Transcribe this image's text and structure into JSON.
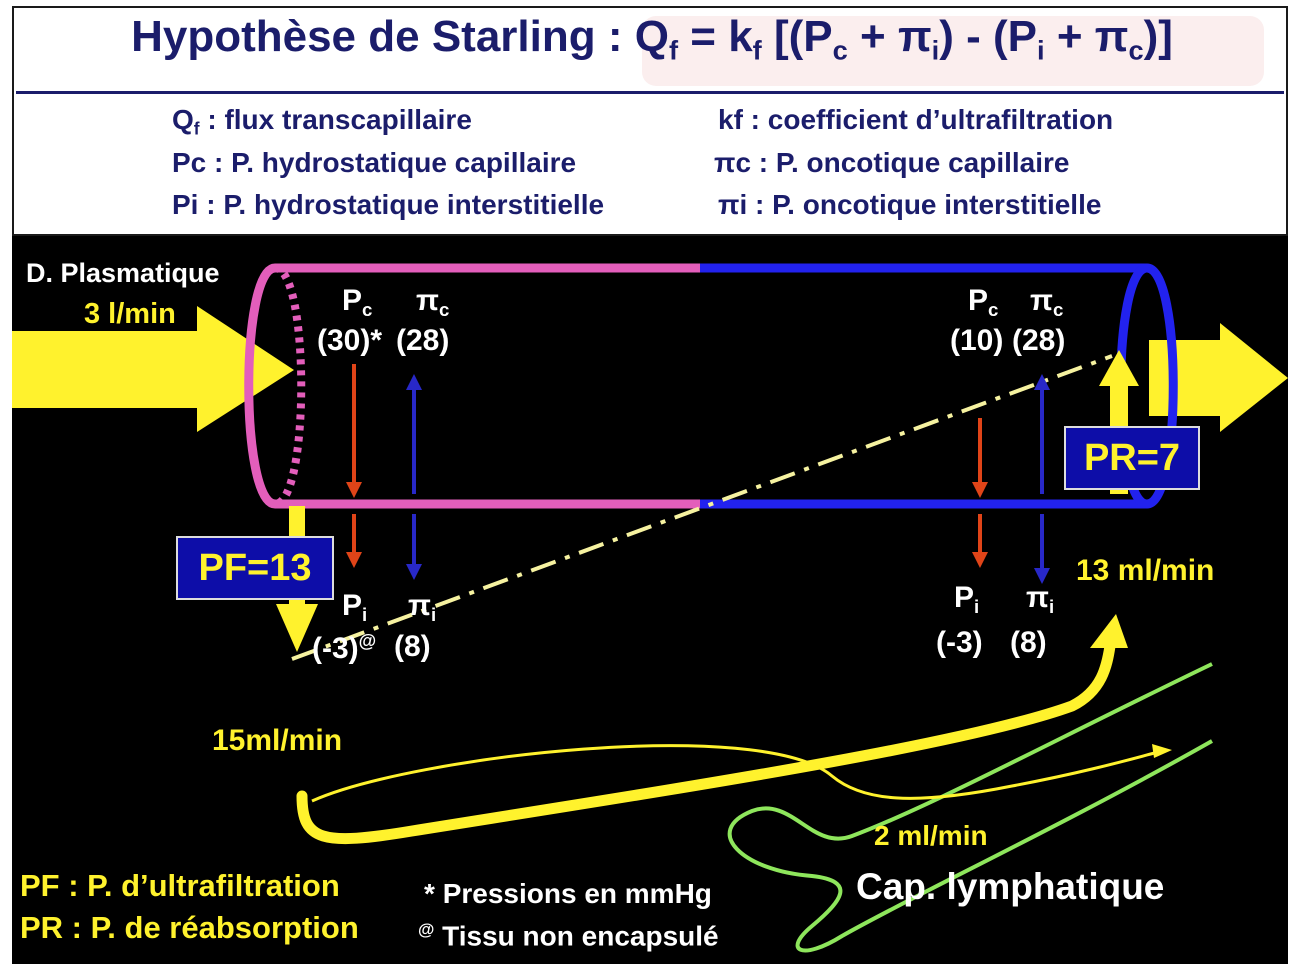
{
  "title": {
    "prefix": "Hypothèse de Starling : ",
    "formula": "Qf = kf [(Pc + πi) - (Pi + πc)]"
  },
  "glossary": [
    {
      "symbol": "Qf",
      "text": "flux transcapillaire"
    },
    {
      "symbol": "kf",
      "text": "coefficient d’ultrafiltration"
    },
    {
      "symbol": "Pc",
      "text": "P. hydrostatique capillaire"
    },
    {
      "symbol": "πc",
      "text": "P. oncotique capillaire"
    },
    {
      "symbol": "Pi",
      "text": "P. hydrostatique interstitielle"
    },
    {
      "symbol": "πi",
      "text": "P. oncotique interstitielle"
    }
  ],
  "diagram": {
    "inflow_label": "D. Plasmatique",
    "inflow_rate": "3 l/min",
    "arterial": {
      "Pc": "(30)",
      "pic": "(28)",
      "Pi": "(-3)",
      "pii": "(8)",
      "Pc_mark": "*",
      "Pi_mark": "@"
    },
    "venous": {
      "Pc": "(10)",
      "pic": "(28)",
      "Pi": "(-3)",
      "pii": "(8)"
    },
    "pf_box": "PF=13",
    "pr_box": "PR=7",
    "filtration_rate": "15ml/min",
    "reabsorption_rate": "13 ml/min",
    "lymph_rate": "2 ml/min",
    "lymph_label": "Cap. lymphatique"
  },
  "legend": {
    "pf": "PF : P. d’ultrafiltration",
    "pr": "PR : P. de réabsorption",
    "note_star": "Pressions en mmHg",
    "note_at": "Tissu non encapsulé",
    "star_symbol": "*",
    "at_symbol": "@"
  },
  "colors": {
    "title_blue": "#1b1d6b",
    "arterial_pink": "#e35ebb",
    "venous_blue": "#2222ee",
    "flow_yellow": "#fff22d",
    "lymph_green": "#8ee65c",
    "arrow_red": "#e04418",
    "arrow_blue": "#2828c8",
    "box_blue": "#0d0da8"
  }
}
